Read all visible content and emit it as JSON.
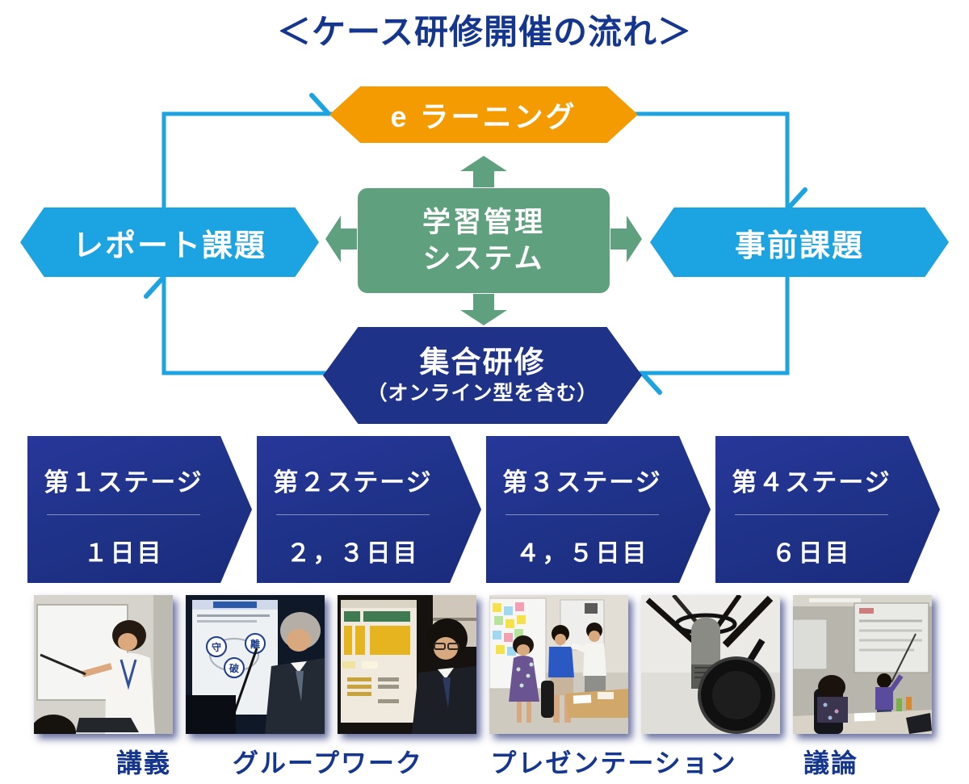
{
  "title": "＜ケース研修開催の流れ＞",
  "flow": {
    "elearning": "e ラーニング",
    "lms_line1": "学習管理",
    "lms_line2": "システム",
    "report": "レポート課題",
    "pre_assignment": "事前課題",
    "group_line1": "集合研修",
    "group_line2": "（オンライン型を含む）"
  },
  "stages": [
    {
      "stage": "第１ステージ",
      "days": "１日目"
    },
    {
      "stage": "第２ステージ",
      "days": "２，３日目"
    },
    {
      "stage": "第３ステージ",
      "days": "４，５日目"
    },
    {
      "stage": "第４ステージ",
      "days": "６日目"
    }
  ],
  "captions": [
    {
      "label": "講義"
    },
    {
      "label": "グループワーク"
    },
    {
      "label": "プレゼンテーション"
    },
    {
      "label": "議論"
    }
  ],
  "photos": [
    "lecture",
    "group-work-screen",
    "group-work-presenter",
    "presentation-whiteboard",
    "microphone",
    "discussion-classroom"
  ],
  "colors": {
    "title_navy": "#14368e",
    "navy": "#1e3287",
    "orange": "#f39b00",
    "light_blue": "#1ba3e2",
    "green": "#5fa07e",
    "white": "#ffffff"
  }
}
